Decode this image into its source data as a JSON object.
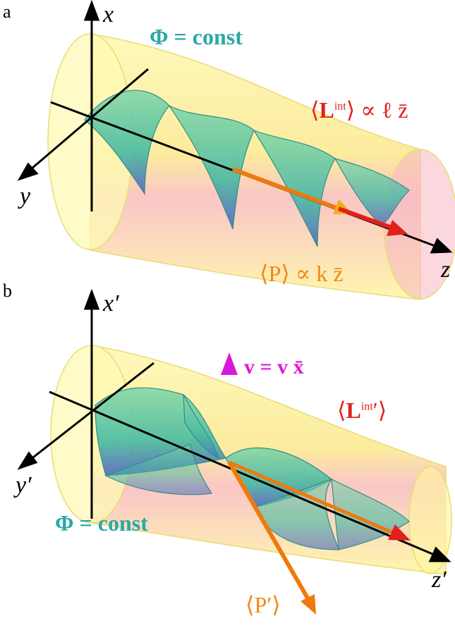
{
  "panels": [
    {
      "letter": "a",
      "axes": {
        "x": "x",
        "y": "y",
        "z": "z"
      },
      "phase_surface": "Φ = const",
      "angular_momentum": {
        "prefix": "⟨",
        "symbol": "L",
        "sup": "int",
        "suffix": "⟩ ∝ ℓ z̄"
      },
      "momentum": {
        "text": "⟨P⟩ ∝ k z̄"
      }
    },
    {
      "letter": "b",
      "axes": {
        "x": "x′",
        "y": "y′",
        "z": "z′"
      },
      "phase_surface": "Φ = const",
      "velocity": "v = v x̄",
      "angular_momentum": {
        "prefix": "⟨",
        "symbol": "L",
        "sup": "int",
        "suffix": "′⟩"
      },
      "momentum": {
        "text": "⟨P′⟩"
      }
    }
  ],
  "colors": {
    "beam_fill": "#fff59a",
    "beam_edge": "#e6d96a",
    "beam_glow": "#f7a8b8",
    "surface": "#45c2a0",
    "surface_dark": "#4a5fc0",
    "axis": "#000000",
    "red_arrow": "#e2211c",
    "orange_arrow": "#ef7a0c",
    "magenta_arrow": "#df19d6",
    "cyan_text": "#2aa9a6"
  }
}
